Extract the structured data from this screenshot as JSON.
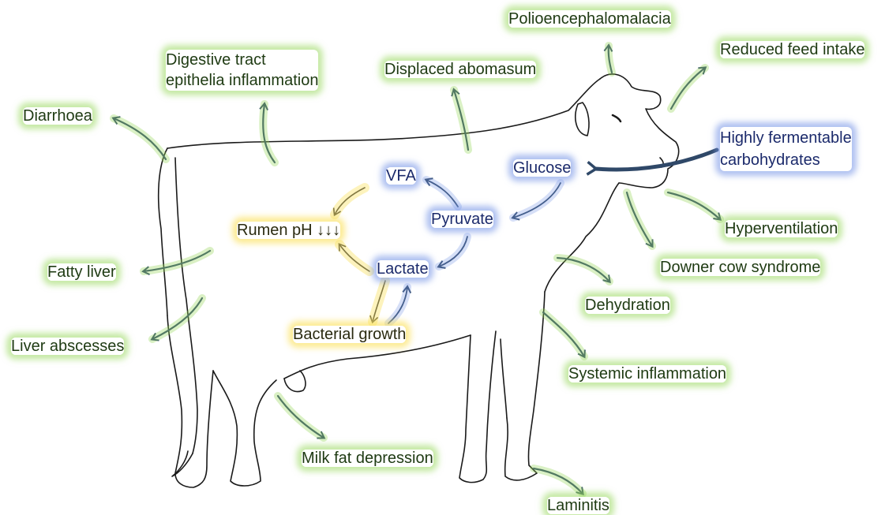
{
  "input": {
    "label": "Highly fermentable carbohydrates",
    "line1": "Highly fermentable",
    "line2": "carbohydrates"
  },
  "rumen_cycle": {
    "glucose": "Glucose",
    "pyruvate": "Pyruvate",
    "lactate": "Lactate",
    "vfa": "VFA",
    "rumen_ph": "Rumen pH ↓↓↓",
    "bacterial_growth": "Bacterial growth"
  },
  "outcomes": {
    "polioencephalomalacia": "Polioencephalomalacia",
    "reduced_feed_intake": "Reduced feed intake",
    "digestive_tract_line1": "Digestive tract",
    "digestive_tract_line2": "epithelia inflammation",
    "displaced_abomasum": "Displaced abomasum",
    "diarrhoea": "Diarrhoea",
    "hyperventilation": "Hyperventilation",
    "downer_cow_syndrome": "Downer cow syndrome",
    "fatty_liver": "Fatty liver",
    "dehydration": "Dehydration",
    "liver_abscesses": "Liver abscesses",
    "systemic_inflammation": "Systemic inflammation",
    "milk_fat_depression": "Milk fat depression",
    "laminitis": "Laminitis"
  },
  "colors": {
    "effect_glow": "#96d75a",
    "metabolic_glow": "#7896e6",
    "acid_glow": "#fae15a",
    "arrow": "#2f4868",
    "outline": "#1a1a1a"
  }
}
